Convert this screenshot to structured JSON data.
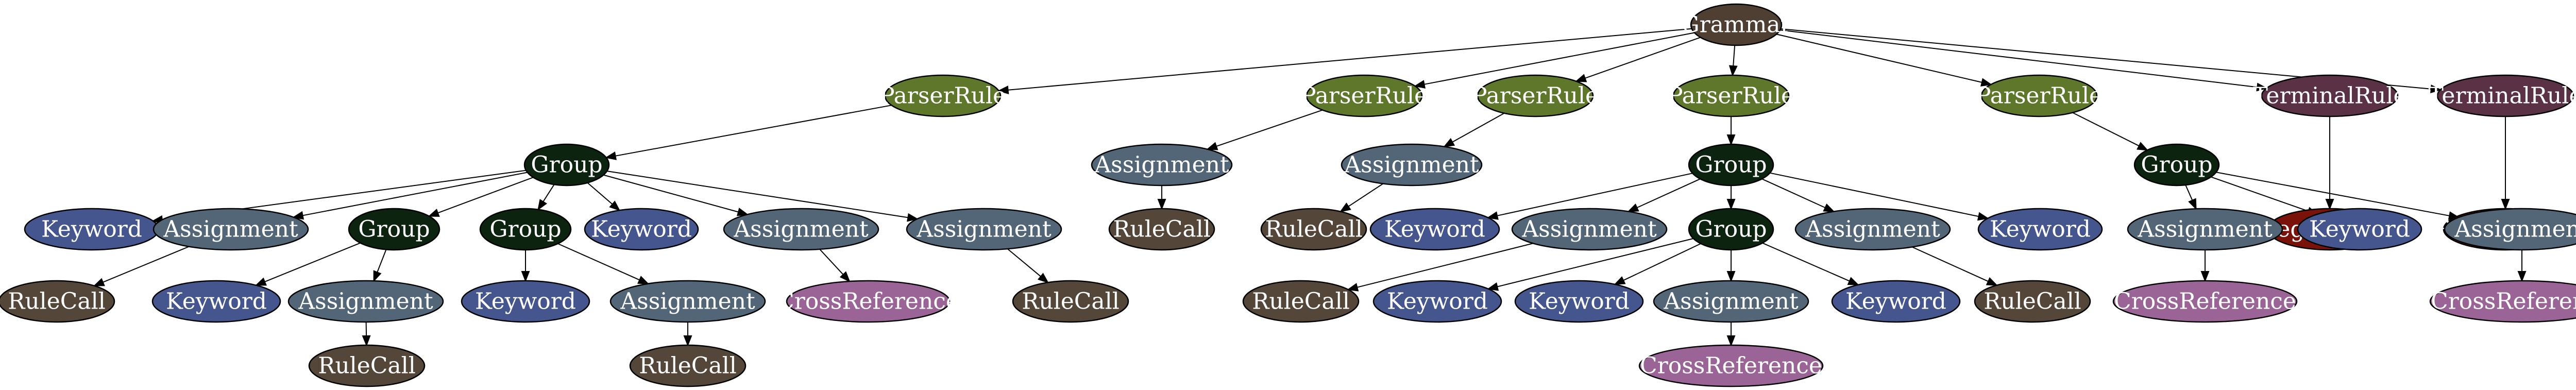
{
  "colors": {
    "Grammar": "#4f3f33",
    "ParserRule": "#5e772a",
    "TerminalRule": "#5b3146",
    "RegexToken": "#7a120a",
    "Group": "#0c2310",
    "Keyword": "#45568e",
    "Assignment": "#536678",
    "RuleCall": "#54473a",
    "CrossReference": "#9b6496"
  },
  "nodes": [
    {
      "id": "n0",
      "label": "Grammar",
      "type": "Grammar"
    },
    {
      "id": "n1",
      "label": "ParserRule",
      "type": "ParserRule"
    },
    {
      "id": "n2",
      "label": "ParserRule",
      "type": "ParserRule"
    },
    {
      "id": "n3",
      "label": "ParserRule",
      "type": "ParserRule"
    },
    {
      "id": "n4",
      "label": "ParserRule",
      "type": "ParserRule"
    },
    {
      "id": "n5",
      "label": "ParserRule",
      "type": "ParserRule"
    },
    {
      "id": "n6",
      "label": "TerminalRule",
      "type": "TerminalRule"
    },
    {
      "id": "n7",
      "label": "TerminalRule",
      "type": "TerminalRule"
    },
    {
      "id": "n8",
      "label": "Group",
      "type": "Group"
    },
    {
      "id": "n9",
      "label": "Assignment",
      "type": "Assignment"
    },
    {
      "id": "n10",
      "label": "Assignment",
      "type": "Assignment"
    },
    {
      "id": "n11",
      "label": "Group",
      "type": "Group"
    },
    {
      "id": "n12",
      "label": "Group",
      "type": "Group"
    },
    {
      "id": "n13",
      "label": "RegexToken",
      "type": "RegexToken"
    },
    {
      "id": "n14",
      "label": "RegexToken",
      "type": "RegexToken"
    },
    {
      "id": "n15",
      "label": "Keyword",
      "type": "Keyword"
    },
    {
      "id": "n16",
      "label": "Assignment",
      "type": "Assignment"
    },
    {
      "id": "n17",
      "label": "Group",
      "type": "Group"
    },
    {
      "id": "n18",
      "label": "Group",
      "type": "Group"
    },
    {
      "id": "n19",
      "label": "Keyword",
      "type": "Keyword"
    },
    {
      "id": "n20",
      "label": "Assignment",
      "type": "Assignment"
    },
    {
      "id": "n21",
      "label": "Assignment",
      "type": "Assignment"
    },
    {
      "id": "n22",
      "label": "RuleCall",
      "type": "RuleCall"
    },
    {
      "id": "n23",
      "label": "RuleCall",
      "type": "RuleCall"
    },
    {
      "id": "n24",
      "label": "Keyword",
      "type": "Keyword"
    },
    {
      "id": "n25",
      "label": "Assignment",
      "type": "Assignment"
    },
    {
      "id": "n26",
      "label": "Group",
      "type": "Group"
    },
    {
      "id": "n27",
      "label": "Assignment",
      "type": "Assignment"
    },
    {
      "id": "n28",
      "label": "Keyword",
      "type": "Keyword"
    },
    {
      "id": "n29",
      "label": "Assignment",
      "type": "Assignment"
    },
    {
      "id": "n30",
      "label": "Keyword",
      "type": "Keyword"
    },
    {
      "id": "n31",
      "label": "Assignment",
      "type": "Assignment"
    },
    {
      "id": "n32",
      "label": "RuleCall",
      "type": "RuleCall"
    },
    {
      "id": "n33",
      "label": "Keyword",
      "type": "Keyword"
    },
    {
      "id": "n34",
      "label": "Assignment",
      "type": "Assignment"
    },
    {
      "id": "n35",
      "label": "Keyword",
      "type": "Keyword"
    },
    {
      "id": "n36",
      "label": "Assignment",
      "type": "Assignment"
    },
    {
      "id": "n37",
      "label": "CrossReference",
      "type": "CrossReference"
    },
    {
      "id": "n38",
      "label": "RuleCall",
      "type": "RuleCall"
    },
    {
      "id": "n39",
      "label": "RuleCall",
      "type": "RuleCall"
    },
    {
      "id": "n40",
      "label": "Keyword",
      "type": "Keyword"
    },
    {
      "id": "n41",
      "label": "Keyword",
      "type": "Keyword"
    },
    {
      "id": "n42",
      "label": "Assignment",
      "type": "Assignment"
    },
    {
      "id": "n43",
      "label": "Keyword",
      "type": "Keyword"
    },
    {
      "id": "n44",
      "label": "RuleCall",
      "type": "RuleCall"
    },
    {
      "id": "n45",
      "label": "CrossReference",
      "type": "CrossReference"
    },
    {
      "id": "n46",
      "label": "CrossReference",
      "type": "CrossReference"
    },
    {
      "id": "n47",
      "label": "RuleCall",
      "type": "RuleCall"
    },
    {
      "id": "n48",
      "label": "RuleCall",
      "type": "RuleCall"
    },
    {
      "id": "n49",
      "label": "CrossReference",
      "type": "CrossReference"
    }
  ],
  "edges": [
    [
      "n0",
      "n1"
    ],
    [
      "n0",
      "n2"
    ],
    [
      "n0",
      "n3"
    ],
    [
      "n0",
      "n4"
    ],
    [
      "n0",
      "n5"
    ],
    [
      "n0",
      "n6"
    ],
    [
      "n0",
      "n7"
    ],
    [
      "n1",
      "n8"
    ],
    [
      "n2",
      "n9"
    ],
    [
      "n3",
      "n10"
    ],
    [
      "n4",
      "n11"
    ],
    [
      "n5",
      "n12"
    ],
    [
      "n6",
      "n13"
    ],
    [
      "n7",
      "n14"
    ],
    [
      "n8",
      "n15"
    ],
    [
      "n8",
      "n16"
    ],
    [
      "n8",
      "n17"
    ],
    [
      "n8",
      "n18"
    ],
    [
      "n8",
      "n19"
    ],
    [
      "n8",
      "n20"
    ],
    [
      "n8",
      "n21"
    ],
    [
      "n9",
      "n22"
    ],
    [
      "n10",
      "n23"
    ],
    [
      "n11",
      "n24"
    ],
    [
      "n11",
      "n25"
    ],
    [
      "n11",
      "n26"
    ],
    [
      "n11",
      "n27"
    ],
    [
      "n11",
      "n28"
    ],
    [
      "n12",
      "n29"
    ],
    [
      "n12",
      "n30"
    ],
    [
      "n12",
      "n31"
    ],
    [
      "n16",
      "n32"
    ],
    [
      "n17",
      "n33"
    ],
    [
      "n17",
      "n34"
    ],
    [
      "n18",
      "n35"
    ],
    [
      "n18",
      "n36"
    ],
    [
      "n20",
      "n37"
    ],
    [
      "n21",
      "n38"
    ],
    [
      "n25",
      "n39"
    ],
    [
      "n26",
      "n40"
    ],
    [
      "n26",
      "n41"
    ],
    [
      "n26",
      "n42"
    ],
    [
      "n26",
      "n43"
    ],
    [
      "n27",
      "n44"
    ],
    [
      "n29",
      "n45"
    ],
    [
      "n31",
      "n46"
    ],
    [
      "n34",
      "n47"
    ],
    [
      "n36",
      "n48"
    ],
    [
      "n42",
      "n49"
    ]
  ]
}
